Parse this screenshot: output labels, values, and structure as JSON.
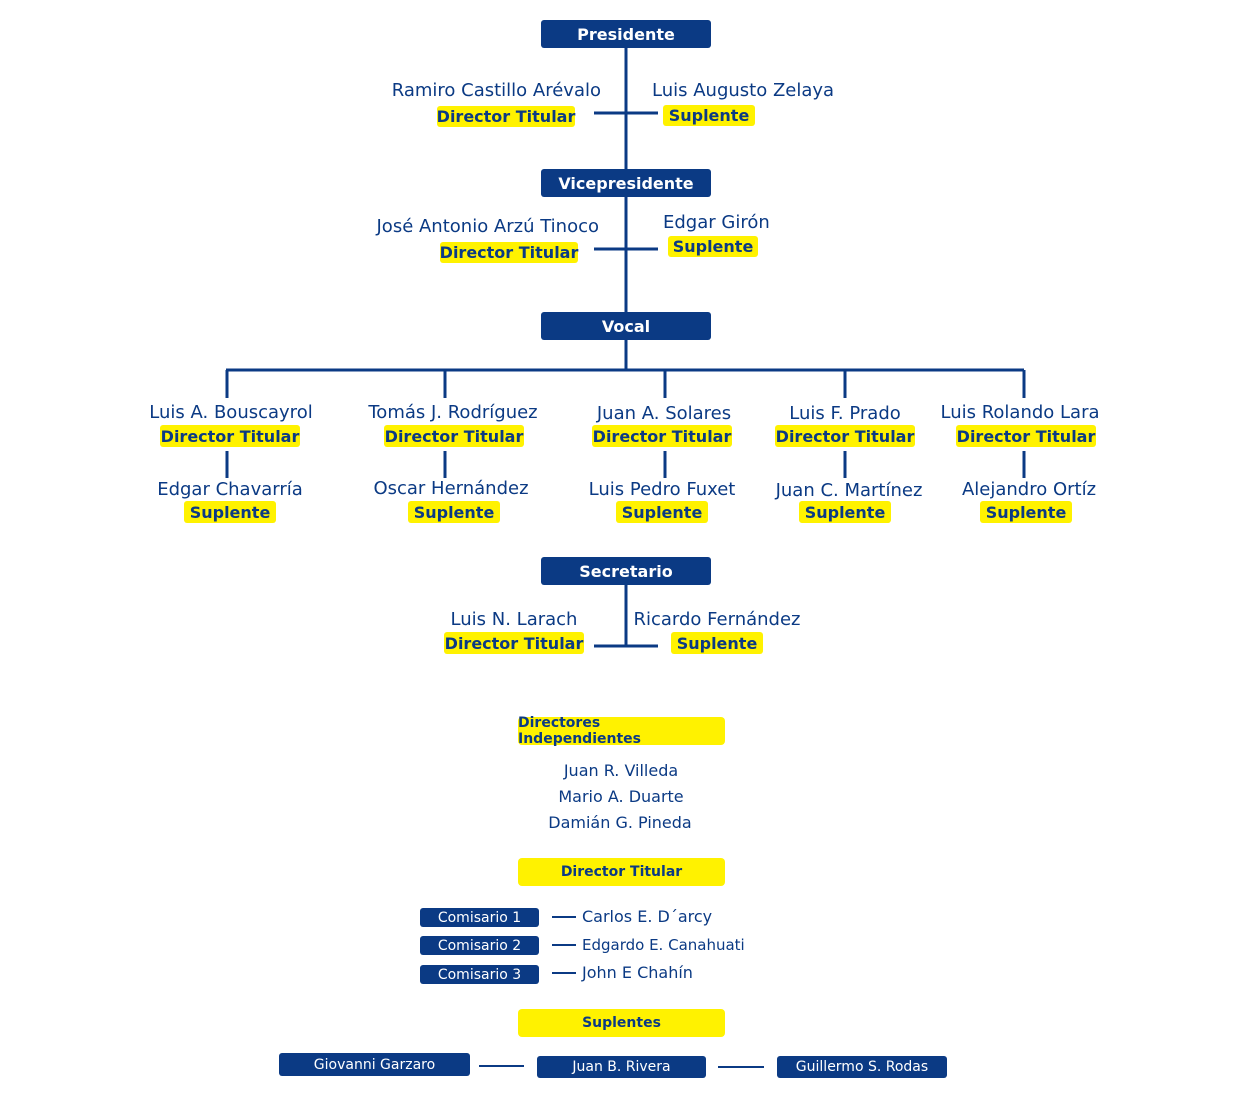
{
  "presidente": {
    "title": "Presidente",
    "titular": {
      "name": "Ramiro Castillo Arévalo",
      "role": "Director Titular"
    },
    "suplente": {
      "name": "Luis Augusto Zelaya",
      "role": "Suplente"
    }
  },
  "vicepresidente": {
    "title": "Vicepresidente",
    "titular": {
      "name": "José Antonio Arzú Tinoco",
      "role": "Director Titular"
    },
    "suplente": {
      "name": "Edgar Girón",
      "role": "Suplente"
    }
  },
  "vocal": {
    "title": "Vocal",
    "members": [
      {
        "titular": "Luis A. Bouscayrol",
        "titular_role": "Director Titular",
        "suplente": "Edgar Chavarría",
        "suplente_role": "Suplente"
      },
      {
        "titular": "Tomás J. Rodríguez",
        "titular_role": "Director Titular",
        "suplente": "Oscar Hernández",
        "suplente_role": "Suplente"
      },
      {
        "titular": "Juan A. Solares",
        "titular_role": "Director Titular",
        "suplente": "Luis Pedro Fuxet",
        "suplente_role": "Suplente"
      },
      {
        "titular": "Luis F. Prado",
        "titular_role": "Director Titular",
        "suplente": "Juan C. Martínez",
        "suplente_role": "Suplente"
      },
      {
        "titular": "Luis Rolando Lara",
        "titular_role": "Director Titular",
        "suplente": "Alejandro Ortíz",
        "suplente_role": "Suplente"
      }
    ]
  },
  "secretario": {
    "title": "Secretario",
    "titular": {
      "name": "Luis N. Larach",
      "role": "Director Titular"
    },
    "suplente": {
      "name": "Ricardo Fernández",
      "role": "Suplente"
    }
  },
  "independientes": {
    "title": "Directores Independientes",
    "names": [
      "Juan R. Villeda",
      "Mario A. Duarte",
      "Damián G. Pineda"
    ]
  },
  "comisarios": {
    "title": "Director Titular",
    "items": [
      {
        "label": "Comisario 1",
        "name": "Carlos E. D´arcy"
      },
      {
        "label": "Comisario 2",
        "name": "Edgardo E. Canahuati"
      },
      {
        "label": "Comisario 3",
        "name": "John E Chahín"
      }
    ]
  },
  "suplentes": {
    "title": "Suplentes",
    "names": [
      "Giovanni Garzaro",
      "Juan B. Rivera",
      "Guillermo S. Rodas"
    ]
  },
  "colors": {
    "navy": "#0b3a84",
    "yellow": "#fff200"
  }
}
